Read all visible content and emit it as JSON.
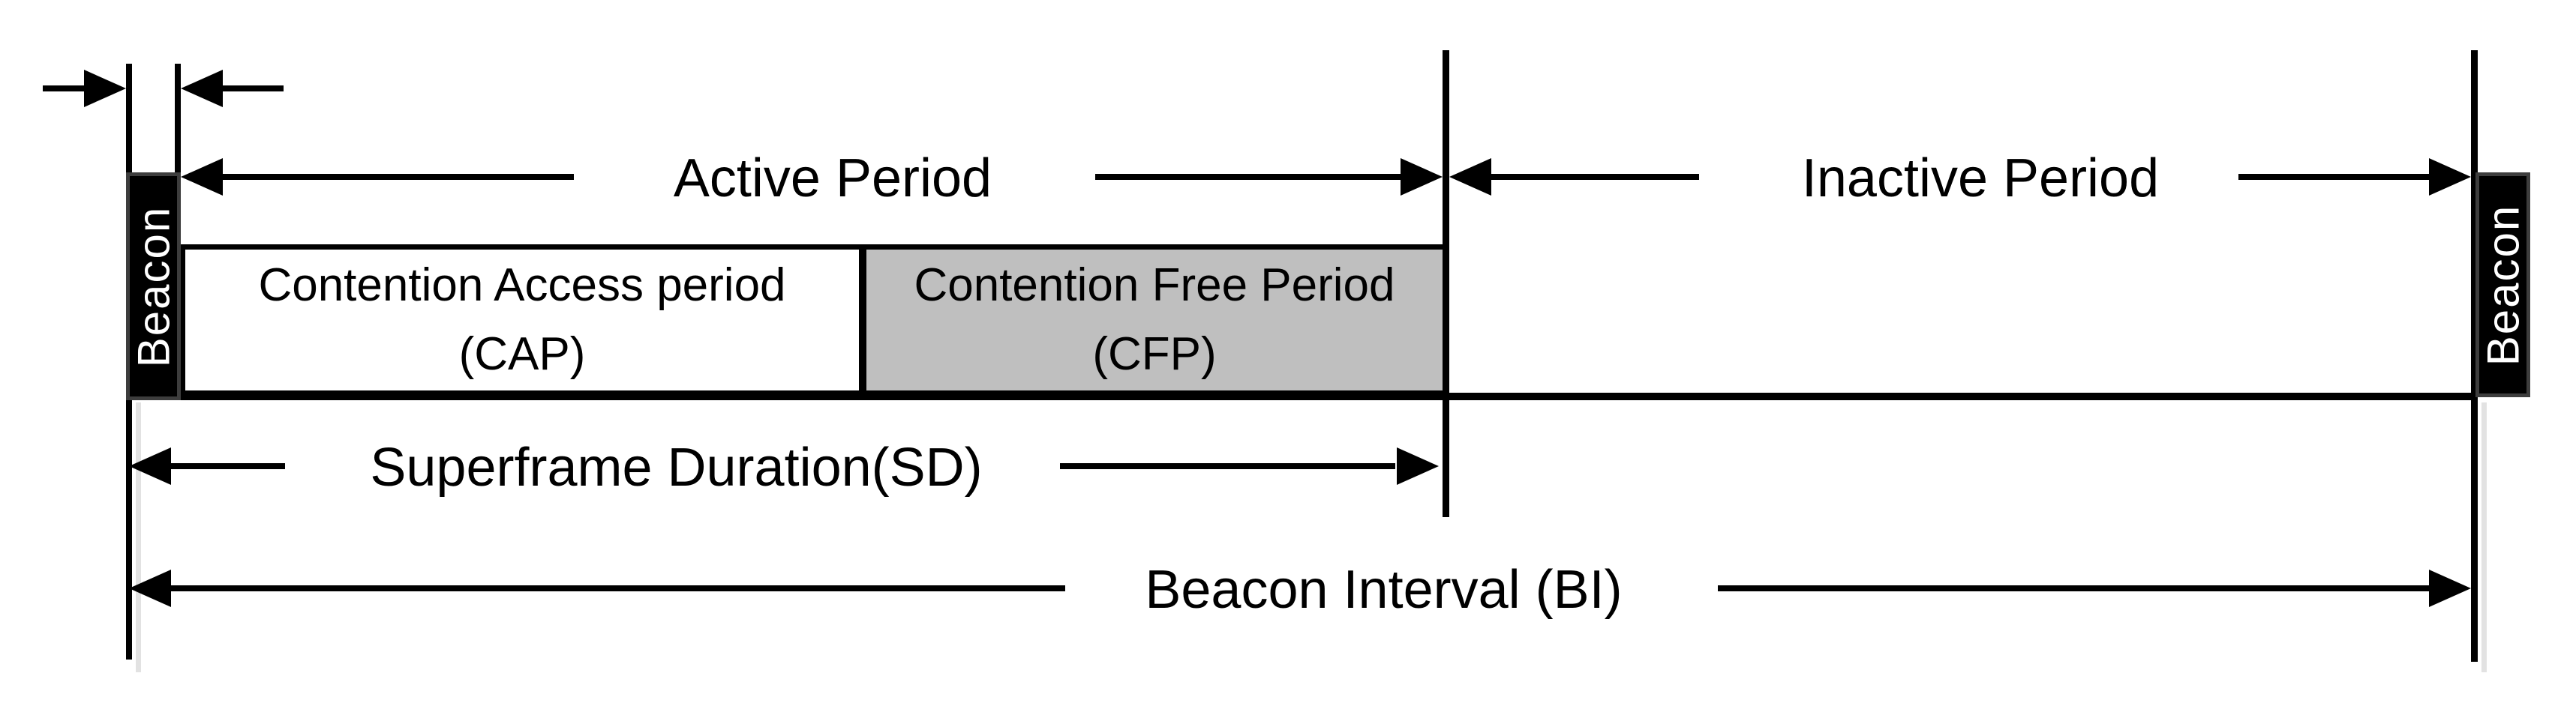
{
  "diagram": {
    "title_implicit": "IEEE 802.15.4 superframe structure",
    "beacon_left_label": "Beacon",
    "beacon_right_label": "Beacon",
    "active_period_label": "Active Period",
    "inactive_period_label": "Inactive Period",
    "cap_line1": "Contention Access period",
    "cap_line2": "(CAP)",
    "cfp_line1": "Contention Free Period",
    "cfp_line2": "(CFP)",
    "superframe_duration_label": "Superframe Duration(SD)",
    "beacon_interval_label": "Beacon Interval (BI)",
    "colors": {
      "background": "#ffffff",
      "line": "#000000",
      "cfp_fill": "#bfbfbf",
      "cap_fill": "#ffffff",
      "beacon_fill": "#000000",
      "beacon_border": "#3d3d3d",
      "beacon_text": "#ffffff",
      "shadow": "#e2e2e2"
    }
  }
}
